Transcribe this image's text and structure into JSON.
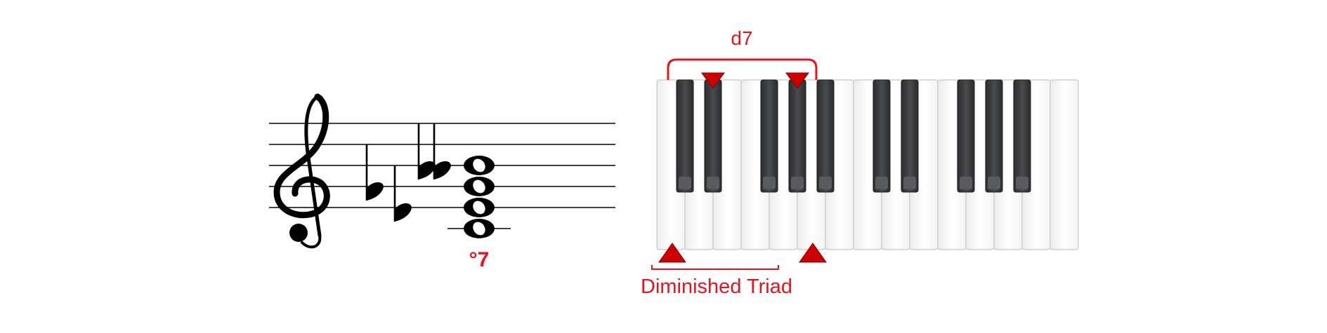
{
  "staff": {
    "clef": "treble",
    "accidentals": [
      "flat",
      "flat",
      "double-flat"
    ],
    "chord_notes": 4,
    "chord_symbol": "°7"
  },
  "piano": {
    "white_keys": 15,
    "first_key": "C",
    "marked_white_keys": [
      0,
      5
    ],
    "marked_black_keys": [
      1,
      3
    ]
  },
  "annotations": {
    "interval_label": "d7",
    "triad_label": "Diminished Triad"
  },
  "colors": {
    "accent": "#e8141b",
    "marker": "#cc0000",
    "black_key": "#3a3b3d",
    "white_key": "#fafafa",
    "staff_line": "#000000"
  }
}
